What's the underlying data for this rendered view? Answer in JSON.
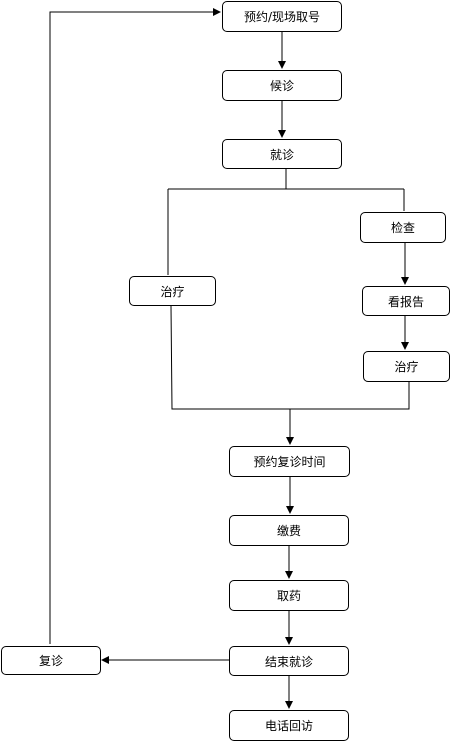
{
  "nodes": {
    "appointment": "预约/现场取号",
    "waiting": "候诊",
    "consultation": "就诊",
    "examination": "检查",
    "read_report": "看报告",
    "treatment_direct": "治疗",
    "treatment_after_report": "治疗",
    "book_followup_time": "预约复诊时间",
    "payment": "缴费",
    "get_medicine": "取药",
    "end_visit": "结束就诊",
    "followup": "复诊",
    "phone_followup": "电话回访"
  }
}
